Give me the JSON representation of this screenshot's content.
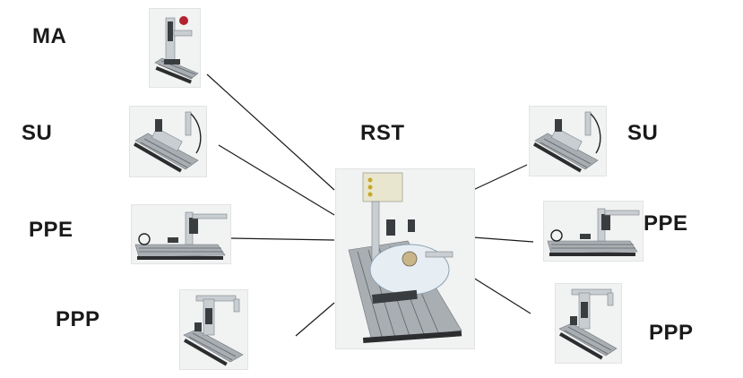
{
  "center": {
    "label": "RST"
  },
  "left": [
    {
      "label": "MA"
    },
    {
      "label": "SU"
    },
    {
      "label": "PPE"
    },
    {
      "label": "PPP"
    }
  ],
  "right": [
    {
      "label": "SU"
    },
    {
      "label": "PPE"
    },
    {
      "label": "PPP"
    }
  ],
  "colors": {
    "line": "#1a1a1a",
    "label": "#1a1a1a",
    "rail": "#a9aeb3"
  },
  "icons": [
    "module-photo"
  ]
}
